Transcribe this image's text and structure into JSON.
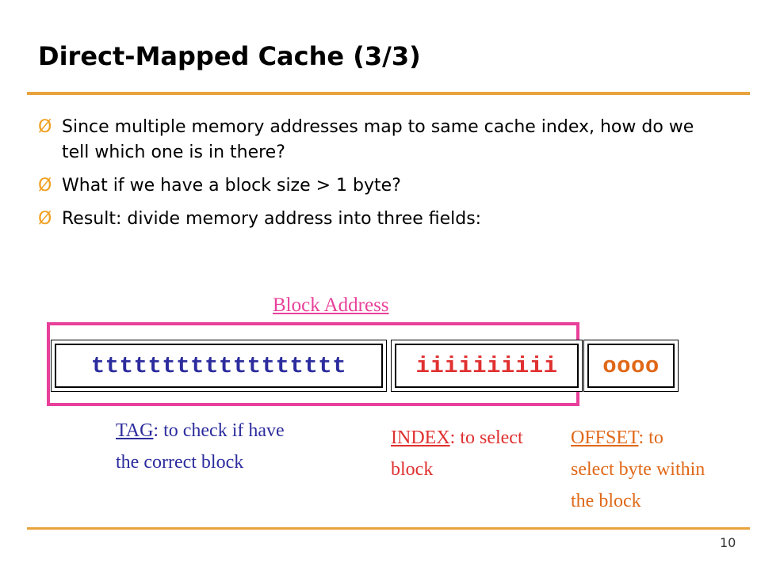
{
  "slide": {
    "title": "Direct-Mapped Cache (3/3)",
    "page_number": "10",
    "bullet_marker": "Ø",
    "bullets": [
      "Since multiple memory addresses map to same cache index, how do we tell which one is in there?",
      "What if we have a block size > 1 byte?",
      "Result: divide memory address into three fields:"
    ]
  },
  "diagram": {
    "block_address_label": "Block Address",
    "fields": {
      "tag": "tttttttttttttttttt",
      "index": "iiiiiiiiii",
      "offset": "oooo"
    },
    "descriptions": {
      "tag": {
        "key": "TAG",
        "text": ": to check if have the correct block"
      },
      "index": {
        "key": "INDEX",
        "text": ": to select block"
      },
      "offset": {
        "key": "OFFSET",
        "text": ": to select byte within the block"
      }
    }
  },
  "colors": {
    "accent_rule": "#e8a33c",
    "bullet_marker": "#f0a020",
    "block_address": "#e8409a",
    "tag": "#2c2c9e",
    "index": "#e03030",
    "offset": "#e06818"
  }
}
